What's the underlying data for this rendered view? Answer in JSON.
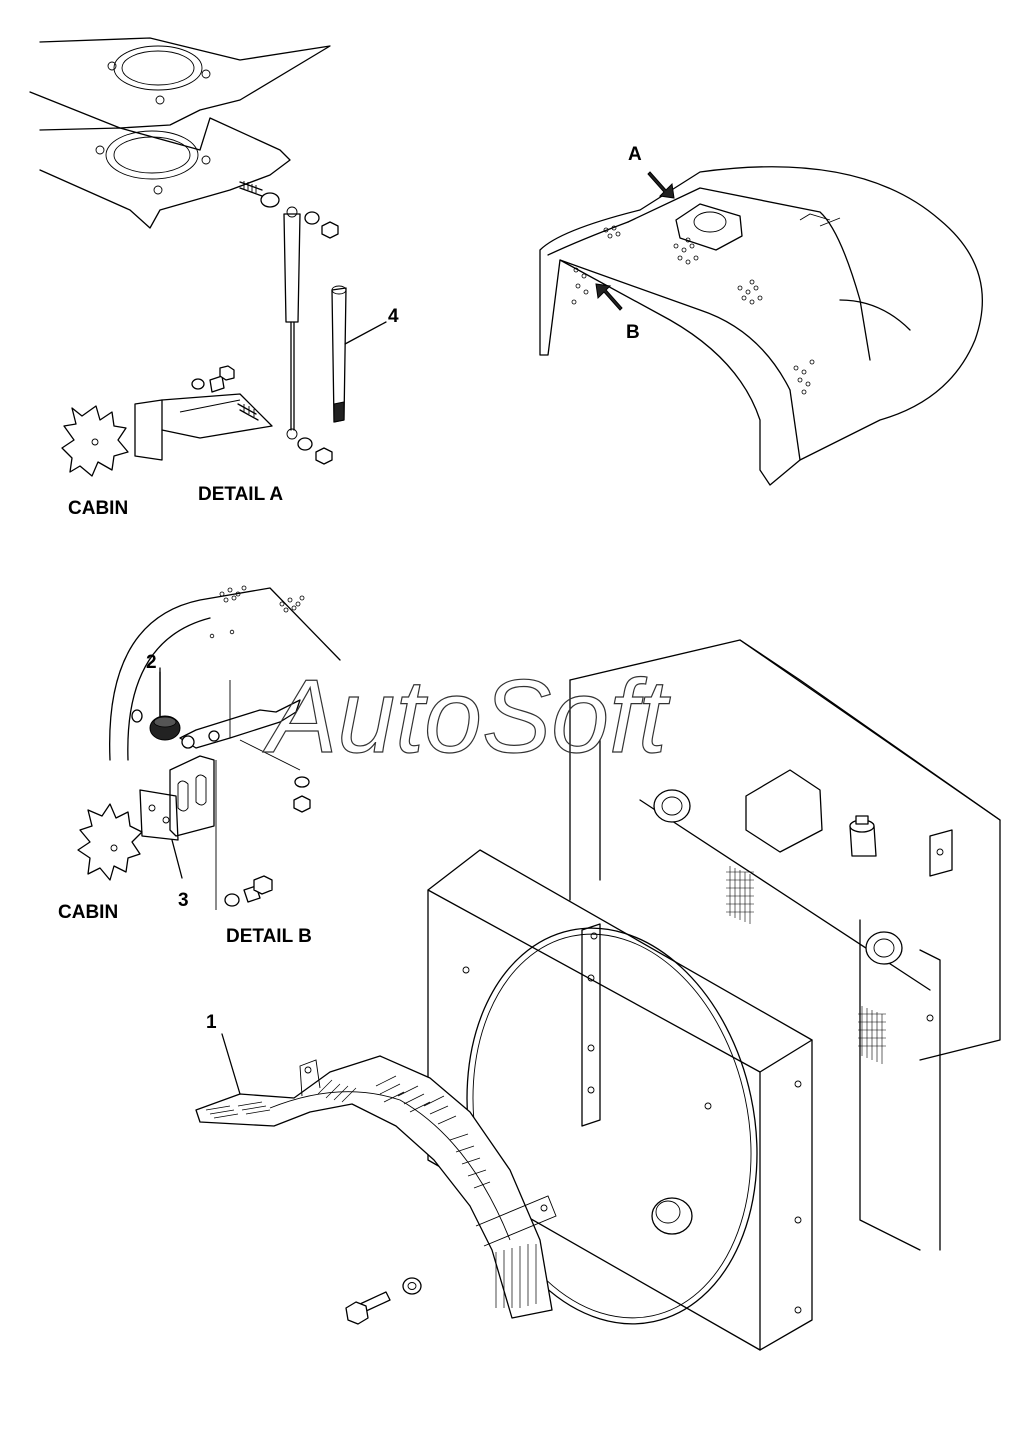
{
  "labels": {
    "detail_a_title": "DETAIL A",
    "detail_b_title": "DETAIL B",
    "cabin_a": "CABIN",
    "cabin_b": "CABIN",
    "arrow_a": "A",
    "arrow_b": "B",
    "callout_1": "1",
    "callout_2": "2",
    "callout_3": "3",
    "callout_4": "4"
  },
  "watermark": "AutoSoft"
}
